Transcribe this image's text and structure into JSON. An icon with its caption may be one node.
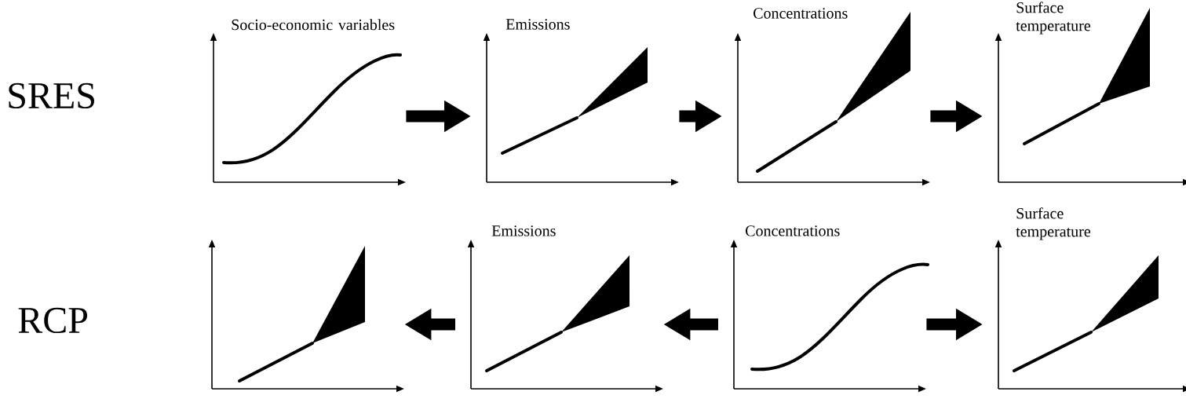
{
  "diagram": {
    "nodes": [
      {
        "text": [
          "Socio-economic variables"
        ]
      },
      {
        "text": [
          "Emissions"
        ]
      },
      {
        "text": [
          "Concentrations"
        ]
      },
      {
        "text": [
          "Surface temperature"
        ]
      },
      {
        "text": [],
        "shape": "picture"
      },
      {
        "text": [
          "Emissions"
        ]
      },
      {
        "text": [
          "Concentrations"
        ]
      },
      {
        "text": [
          "Surface temperature"
        ]
      }
    ],
    "edges": [
      {
        "from": 0,
        "to": 1,
        "arrow": "to"
      },
      {
        "from": 1,
        "to": 2,
        "arrow": "to"
      },
      {
        "from": 2,
        "to": 3,
        "arrow": "to"
      },
      {
        "from": 5,
        "to": 4,
        "arrow": "to"
      },
      {
        "from": 6,
        "to": 5,
        "arrow": "to"
      },
      {
        "from": 6,
        "to": 7,
        "arrow": "to"
      }
    ],
    "labels": [
      "SRES",
      "RCP"
    ]
  }
}
